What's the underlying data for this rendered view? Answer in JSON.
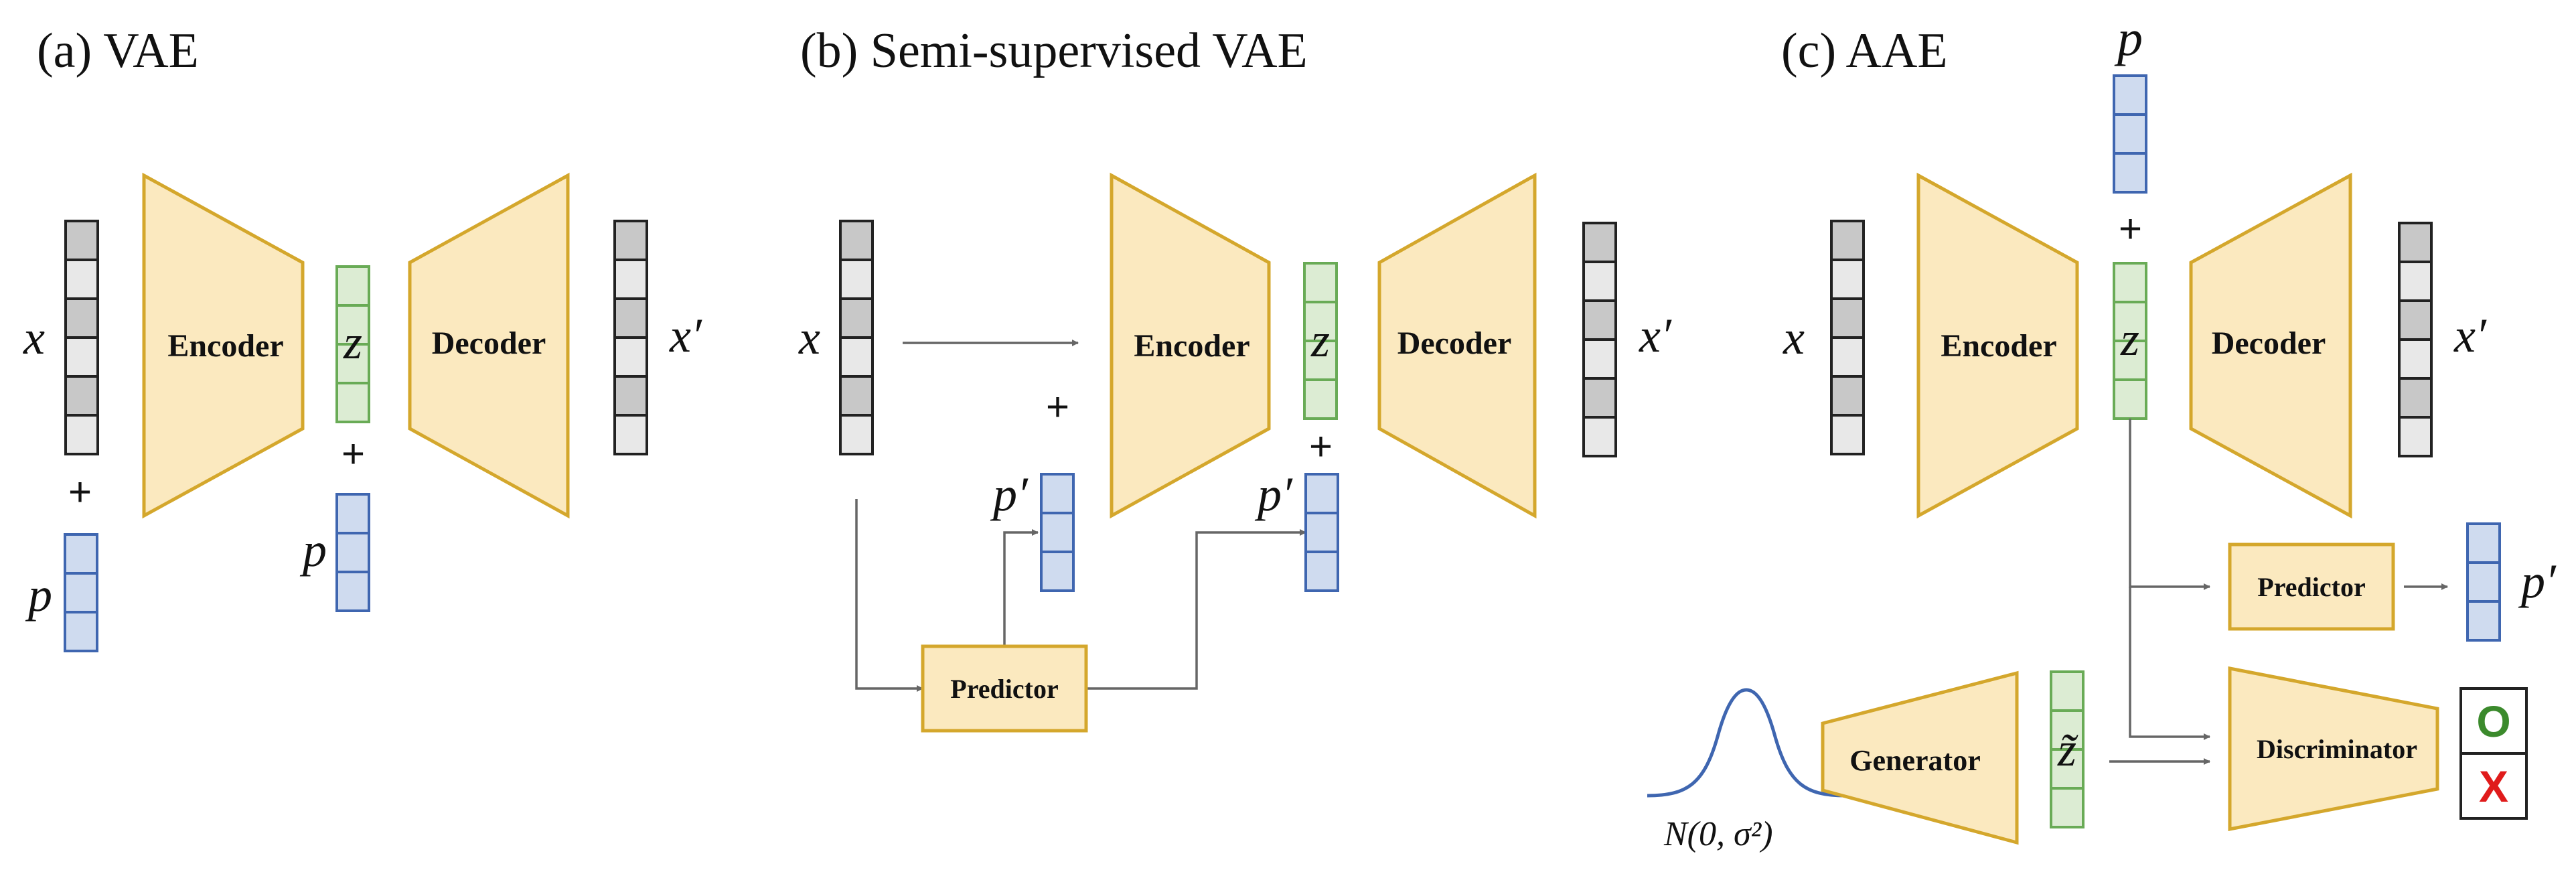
{
  "panels": {
    "vae": {
      "title": "(a) VAE",
      "x": "x",
      "x_prime": "x′",
      "z": "z",
      "p": "p",
      "plus": "+",
      "encoder": "Encoder",
      "decoder": "Decoder"
    },
    "ssvae": {
      "title": "(b) Semi-supervised VAE",
      "x": "x",
      "x_prime": "x′",
      "z": "z",
      "p_prime": "p′",
      "plus": "+",
      "encoder": "Encoder",
      "decoder": "Decoder",
      "predictor": "Predictor"
    },
    "aae": {
      "title": "(c) AAE",
      "x": "x",
      "x_prime": "x′",
      "z": "z",
      "z_tilde": "z̃",
      "p": "p",
      "p_prime": "p′",
      "plus": "+",
      "encoder": "Encoder",
      "decoder": "Decoder",
      "predictor": "Predictor",
      "generator": "Generator",
      "discriminator": "Discriminator",
      "prior": "N(0, σ²)",
      "real_mark": "O",
      "fake_mark": "X"
    }
  },
  "colors": {
    "block_fill": "#fbe9bf",
    "block_stroke": "#d4a72c",
    "vector_dark": "#c8c8c8",
    "vector_light": "#e8e8e8",
    "property_fill": "#cfdbef",
    "property_stroke": "#3f66b0",
    "latent_fill": "#dcecd3",
    "latent_stroke": "#69ab56"
  }
}
